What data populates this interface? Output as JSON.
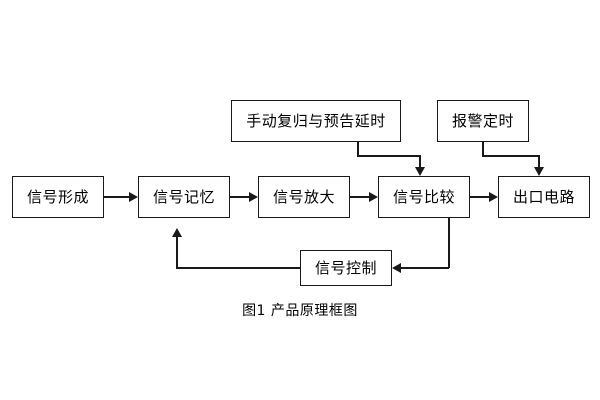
{
  "figure": {
    "caption": "图1 产品原理框图",
    "background_color": "#ffffff",
    "line_color": "#1a1a1a",
    "text_color": "#000000"
  },
  "nodes": [
    {
      "id": "signal-forming",
      "label": "信号形成"
    },
    {
      "id": "signal-memory",
      "label": "信号记忆"
    },
    {
      "id": "signal-amplify",
      "label": "信号放大"
    },
    {
      "id": "signal-compare",
      "label": "信号比较"
    },
    {
      "id": "output-circuit",
      "label": "出口电路"
    },
    {
      "id": "manual-reset-delay",
      "label": "手动复归与预告延时"
    },
    {
      "id": "alarm-timing",
      "label": "报警定时"
    },
    {
      "id": "signal-control",
      "label": "信号控制"
    }
  ],
  "connections": [
    {
      "from": "signal-forming",
      "to": "signal-memory"
    },
    {
      "from": "signal-memory",
      "to": "signal-amplify"
    },
    {
      "from": "signal-amplify",
      "to": "signal-compare"
    },
    {
      "from": "signal-compare",
      "to": "output-circuit"
    },
    {
      "from": "manual-reset-delay",
      "to": "signal-compare"
    },
    {
      "from": "alarm-timing",
      "to": "output-circuit"
    },
    {
      "from": "signal-compare",
      "to": "signal-control"
    },
    {
      "from": "signal-control",
      "to": "signal-memory"
    }
  ]
}
